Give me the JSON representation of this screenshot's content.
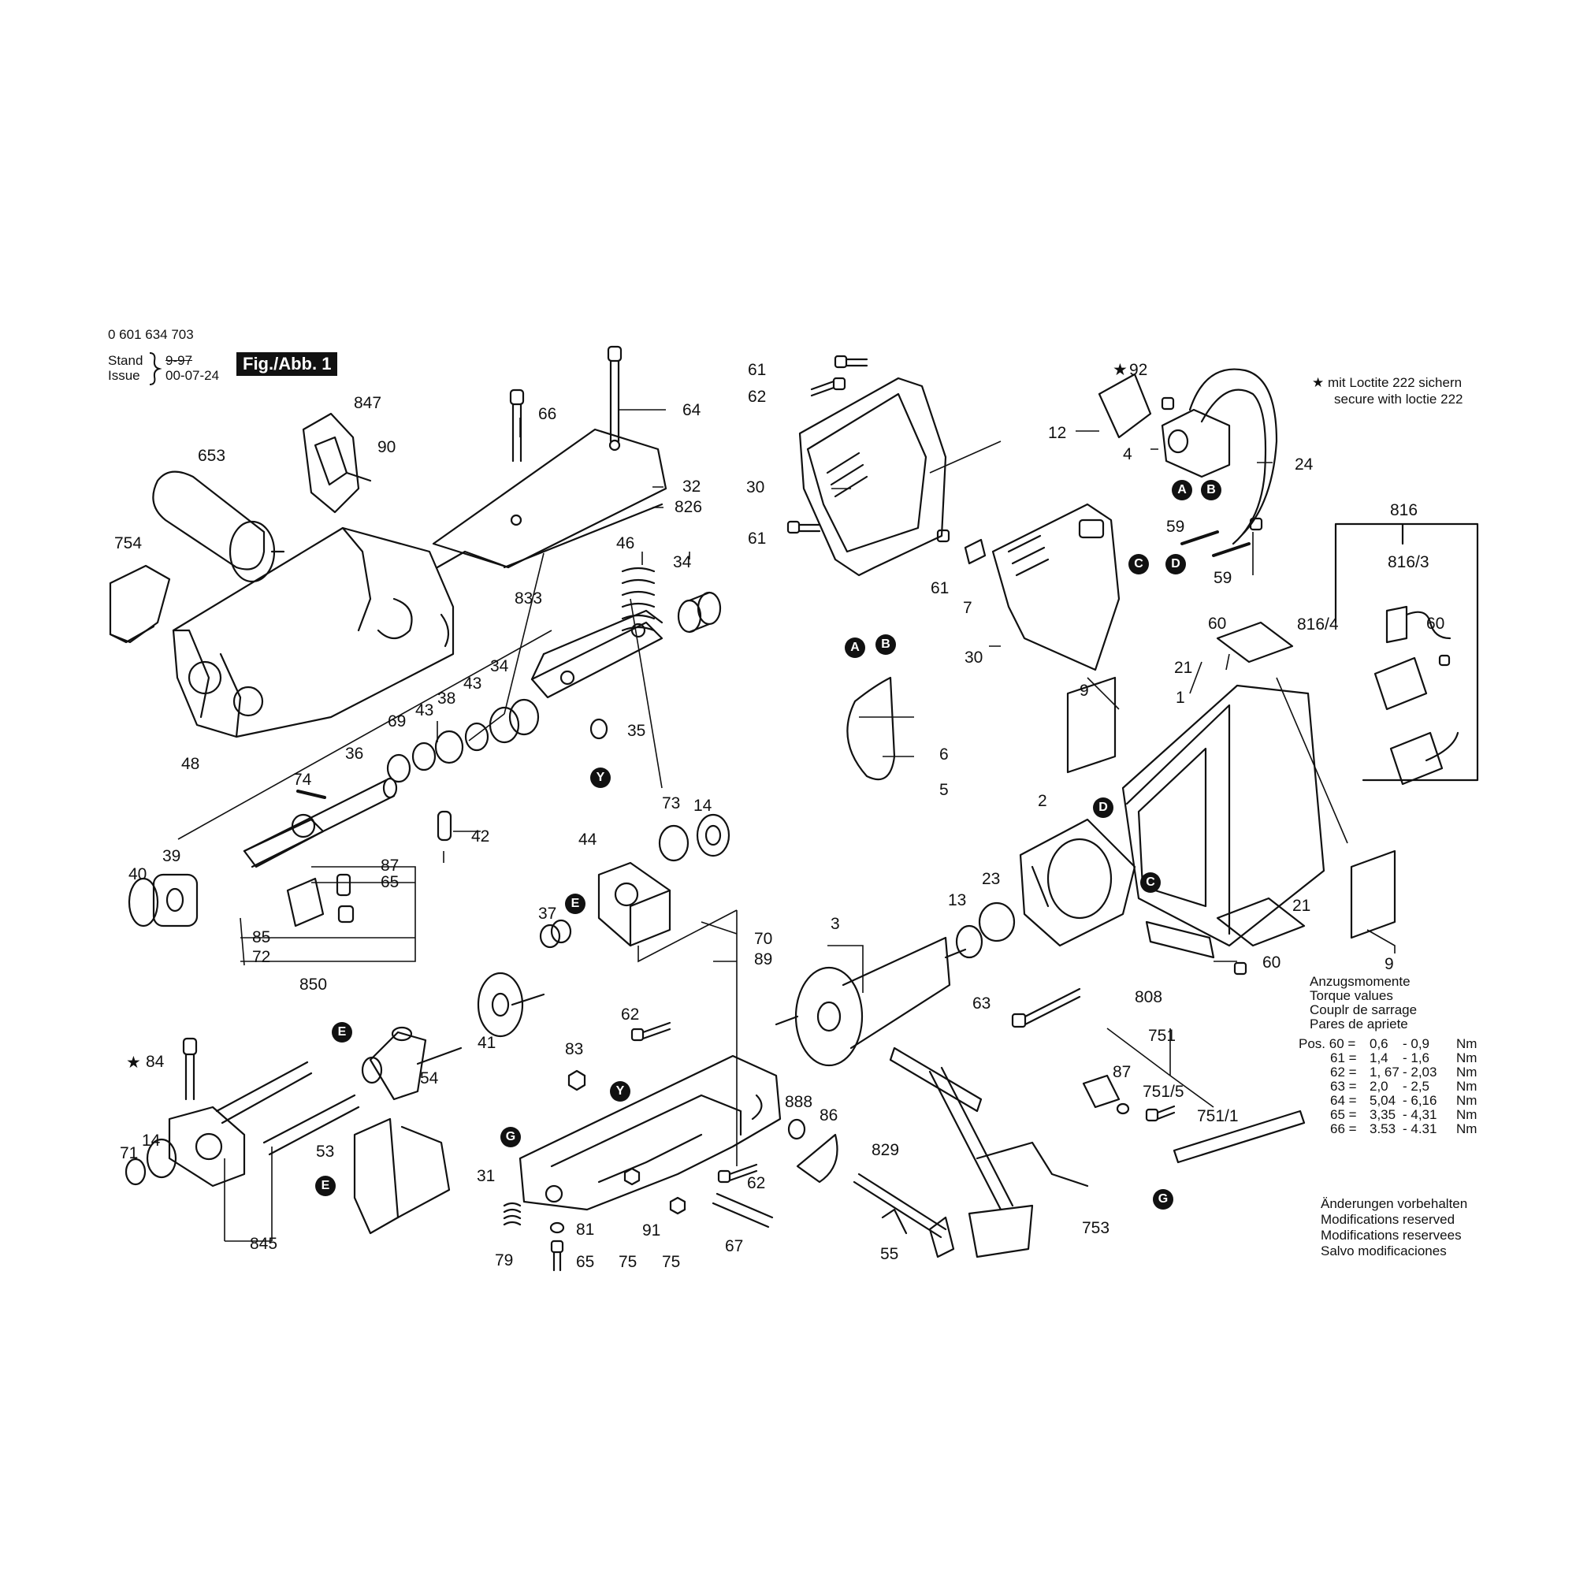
{
  "header": {
    "doc_number": "0 601 634 703",
    "stand_label": "Stand",
    "issue_label": "Issue",
    "old_date": "9-97",
    "issue_date": "00-07-24",
    "figure_label": "Fig./Abb. 1"
  },
  "loctite_note": {
    "star": "★",
    "line1": "mit Loctite 222 sichern",
    "line2": "secure with loctie 222"
  },
  "torque": {
    "title_de": "Anzugsmomente",
    "title_en": "Torque values",
    "title_fr": "Couplr de sarrage",
    "title_es": "Pares de apriete",
    "rows": [
      {
        "pos": "Pos. 60 =",
        "min": "0,6",
        "max": "- 0,9",
        "unit": "Nm"
      },
      {
        "pos": "61 =",
        "min": "1,4",
        "max": "- 1,6",
        "unit": "Nm"
      },
      {
        "pos": "62 =",
        "min": "1, 67",
        "max": "- 2,03",
        "unit": "Nm"
      },
      {
        "pos": "63 =",
        "min": "2,0",
        "max": "- 2,5",
        "unit": "Nm"
      },
      {
        "pos": "64 =",
        "min": "5,04",
        "max": "- 6,16",
        "unit": "Nm"
      },
      {
        "pos": "65 =",
        "min": "3,35",
        "max": "- 4,31",
        "unit": "Nm"
      },
      {
        "pos": "66 =",
        "min": "3.53",
        "max": "- 4.31",
        "unit": "Nm"
      }
    ]
  },
  "modifications": {
    "de": "Änderungen vorbehalten",
    "en": "Modifications reserved",
    "fr": "Modifications reservees",
    "es": "Salvo modificaciones"
  },
  "part_labels": [
    {
      "id": "847",
      "text": "847"
    },
    {
      "id": "90",
      "text": "90"
    },
    {
      "id": "653",
      "text": "653"
    },
    {
      "id": "754",
      "text": "754"
    },
    {
      "id": "66",
      "text": "66"
    },
    {
      "id": "64",
      "text": "64"
    },
    {
      "id": "32",
      "text": "32"
    },
    {
      "id": "826",
      "text": "826"
    },
    {
      "id": "46",
      "text": "46"
    },
    {
      "id": "34a",
      "text": "34"
    },
    {
      "id": "833",
      "text": "833"
    },
    {
      "id": "34b",
      "text": "34"
    },
    {
      "id": "43a",
      "text": "43"
    },
    {
      "id": "38",
      "text": "38"
    },
    {
      "id": "43b",
      "text": "43"
    },
    {
      "id": "69",
      "text": "69"
    },
    {
      "id": "48",
      "text": "48"
    },
    {
      "id": "35",
      "text": "35"
    },
    {
      "id": "36",
      "text": "36"
    },
    {
      "id": "74",
      "text": "74"
    },
    {
      "id": "42",
      "text": "42"
    },
    {
      "id": "39",
      "text": "39"
    },
    {
      "id": "40",
      "text": "40"
    },
    {
      "id": "87a",
      "text": "87"
    },
    {
      "id": "65a",
      "text": "65"
    },
    {
      "id": "85",
      "text": "85"
    },
    {
      "id": "72",
      "text": "72"
    },
    {
      "id": "850",
      "text": "850"
    },
    {
      "id": "44",
      "text": "44"
    },
    {
      "id": "73",
      "text": "73"
    },
    {
      "id": "14a",
      "text": "14"
    },
    {
      "id": "37",
      "text": "37"
    },
    {
      "id": "70",
      "text": "70"
    },
    {
      "id": "89",
      "text": "89"
    },
    {
      "id": "41",
      "text": "41"
    },
    {
      "id": "54",
      "text": "54"
    },
    {
      "id": "84",
      "text": "84"
    },
    {
      "id": "71",
      "text": "71"
    },
    {
      "id": "14b",
      "text": "14"
    },
    {
      "id": "53",
      "text": "53"
    },
    {
      "id": "845",
      "text": "845"
    },
    {
      "id": "62a",
      "text": "62"
    },
    {
      "id": "83",
      "text": "83"
    },
    {
      "id": "31",
      "text": "31"
    },
    {
      "id": "79",
      "text": "79"
    },
    {
      "id": "81",
      "text": "81"
    },
    {
      "id": "65b",
      "text": "65"
    },
    {
      "id": "75a",
      "text": "75"
    },
    {
      "id": "91",
      "text": "91"
    },
    {
      "id": "75b",
      "text": "75"
    },
    {
      "id": "62b",
      "text": "62"
    },
    {
      "id": "67",
      "text": "67"
    },
    {
      "id": "61a",
      "text": "61"
    },
    {
      "id": "62c",
      "text": "62"
    },
    {
      "id": "30a",
      "text": "30"
    },
    {
      "id": "61b",
      "text": "61"
    },
    {
      "id": "61c",
      "text": "61"
    },
    {
      "id": "7",
      "text": "7"
    },
    {
      "id": "30b",
      "text": "30"
    },
    {
      "id": "92",
      "text": "92"
    },
    {
      "id": "12",
      "text": "12"
    },
    {
      "id": "4",
      "text": "4"
    },
    {
      "id": "24",
      "text": "24"
    },
    {
      "id": "59a",
      "text": "59"
    },
    {
      "id": "59b",
      "text": "59"
    },
    {
      "id": "816",
      "text": "816"
    },
    {
      "id": "8163",
      "text": "816/3"
    },
    {
      "id": "8164",
      "text": "816/4"
    },
    {
      "id": "60a",
      "text": "60"
    },
    {
      "id": "60b",
      "text": "60"
    },
    {
      "id": "21a",
      "text": "21"
    },
    {
      "id": "9a",
      "text": "9"
    },
    {
      "id": "1",
      "text": "1"
    },
    {
      "id": "6",
      "text": "6"
    },
    {
      "id": "5",
      "text": "5"
    },
    {
      "id": "2",
      "text": "2"
    },
    {
      "id": "23",
      "text": "23"
    },
    {
      "id": "13",
      "text": "13"
    },
    {
      "id": "3",
      "text": "3"
    },
    {
      "id": "63",
      "text": "63"
    },
    {
      "id": "808",
      "text": "808"
    },
    {
      "id": "21b",
      "text": "21"
    },
    {
      "id": "60c",
      "text": "60"
    },
    {
      "id": "9b",
      "text": "9"
    },
    {
      "id": "888",
      "text": "888"
    },
    {
      "id": "86",
      "text": "86"
    },
    {
      "id": "829",
      "text": "829"
    },
    {
      "id": "55",
      "text": "55"
    },
    {
      "id": "753",
      "text": "753"
    },
    {
      "id": "751",
      "text": "751"
    },
    {
      "id": "87b",
      "text": "87"
    },
    {
      "id": "7515",
      "text": "751/5"
    },
    {
      "id": "7511",
      "text": "751/1"
    }
  ],
  "markers": {
    "A": "A",
    "B": "B",
    "C": "C",
    "D": "D",
    "E": "E",
    "G": "G",
    "Y": "Y",
    "star": "★"
  }
}
